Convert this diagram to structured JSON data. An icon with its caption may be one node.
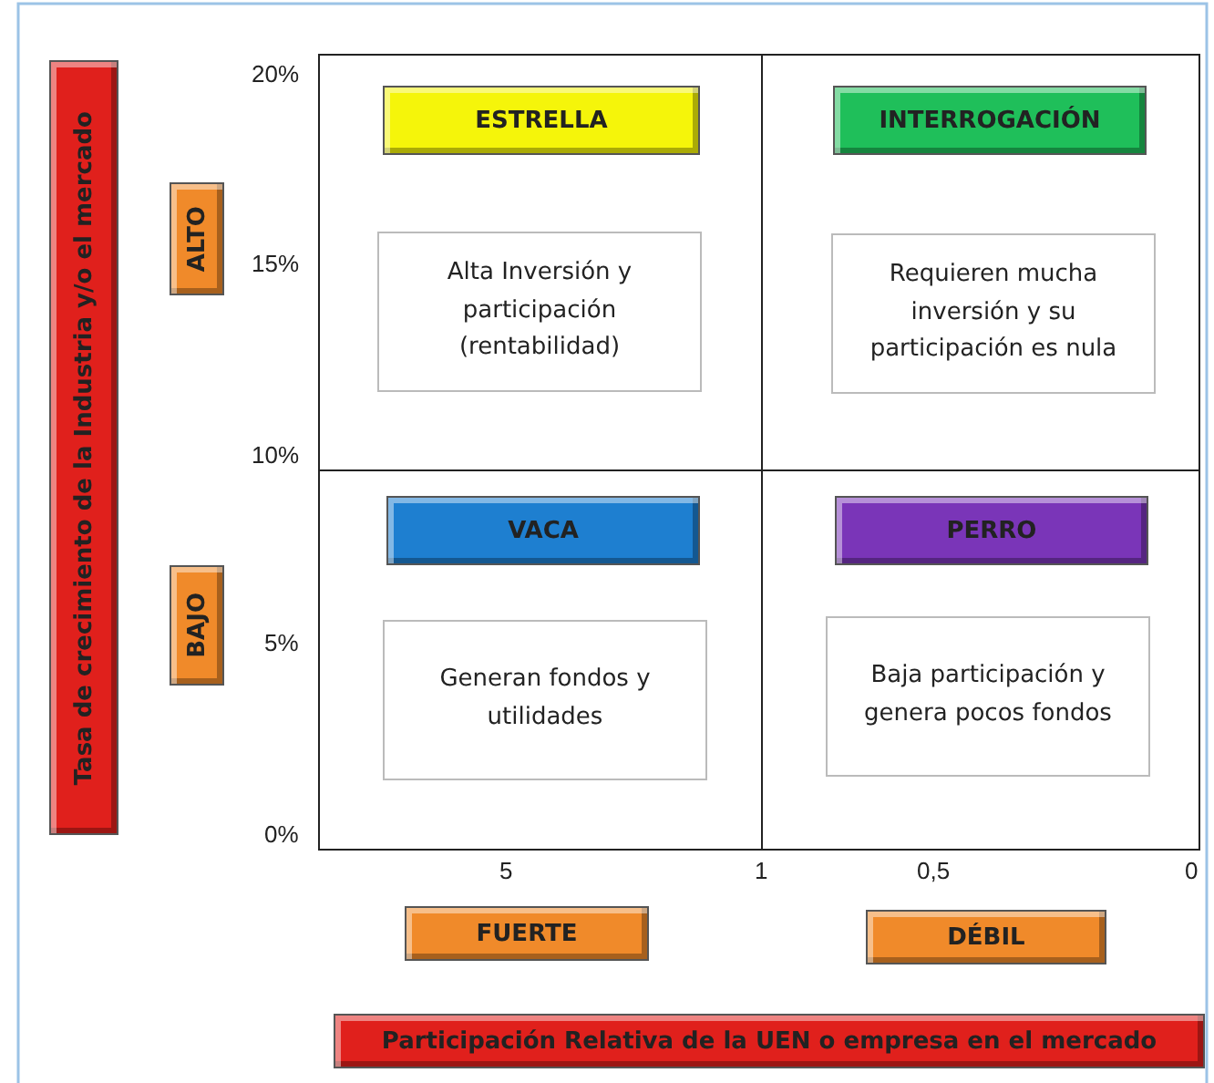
{
  "diagram": {
    "nodes": [
      {
        "text": [
          "Tasa de crecimiento de la Industria y/o el mercado"
        ]
      },
      {
        "text": [
          "ALTO"
        ]
      },
      {
        "text": [
          "BAJO"
        ]
      },
      {
        "text": [
          "ESTRELLA"
        ]
      },
      {
        "text": [
          "INTERROGACIÓN"
        ]
      },
      {
        "text": [
          "Alta Inversión y participación (rentabilidad)"
        ]
      },
      {
        "text": [
          "Requieren mucha inversión y su participación es nula"
        ]
      },
      {
        "text": [
          "VACA"
        ]
      },
      {
        "text": [
          "PERRO"
        ]
      },
      {
        "text": [
          "Generan fondos y utilidades"
        ]
      },
      {
        "text": [
          "Baja participación y genera pocos fondos"
        ]
      },
      {
        "text": [
          "FUERTE"
        ]
      },
      {
        "text": [
          "DÉBIL"
        ]
      },
      {
        "text": [
          "Participación Relativa de la UEN o empresa en el mercado"
        ]
      }
    ],
    "edges": [],
    "labels": [
      "20%",
      "15%",
      "10%",
      "5%",
      "0%",
      "5",
      "1",
      "0,5",
      "0"
    ]
  }
}
